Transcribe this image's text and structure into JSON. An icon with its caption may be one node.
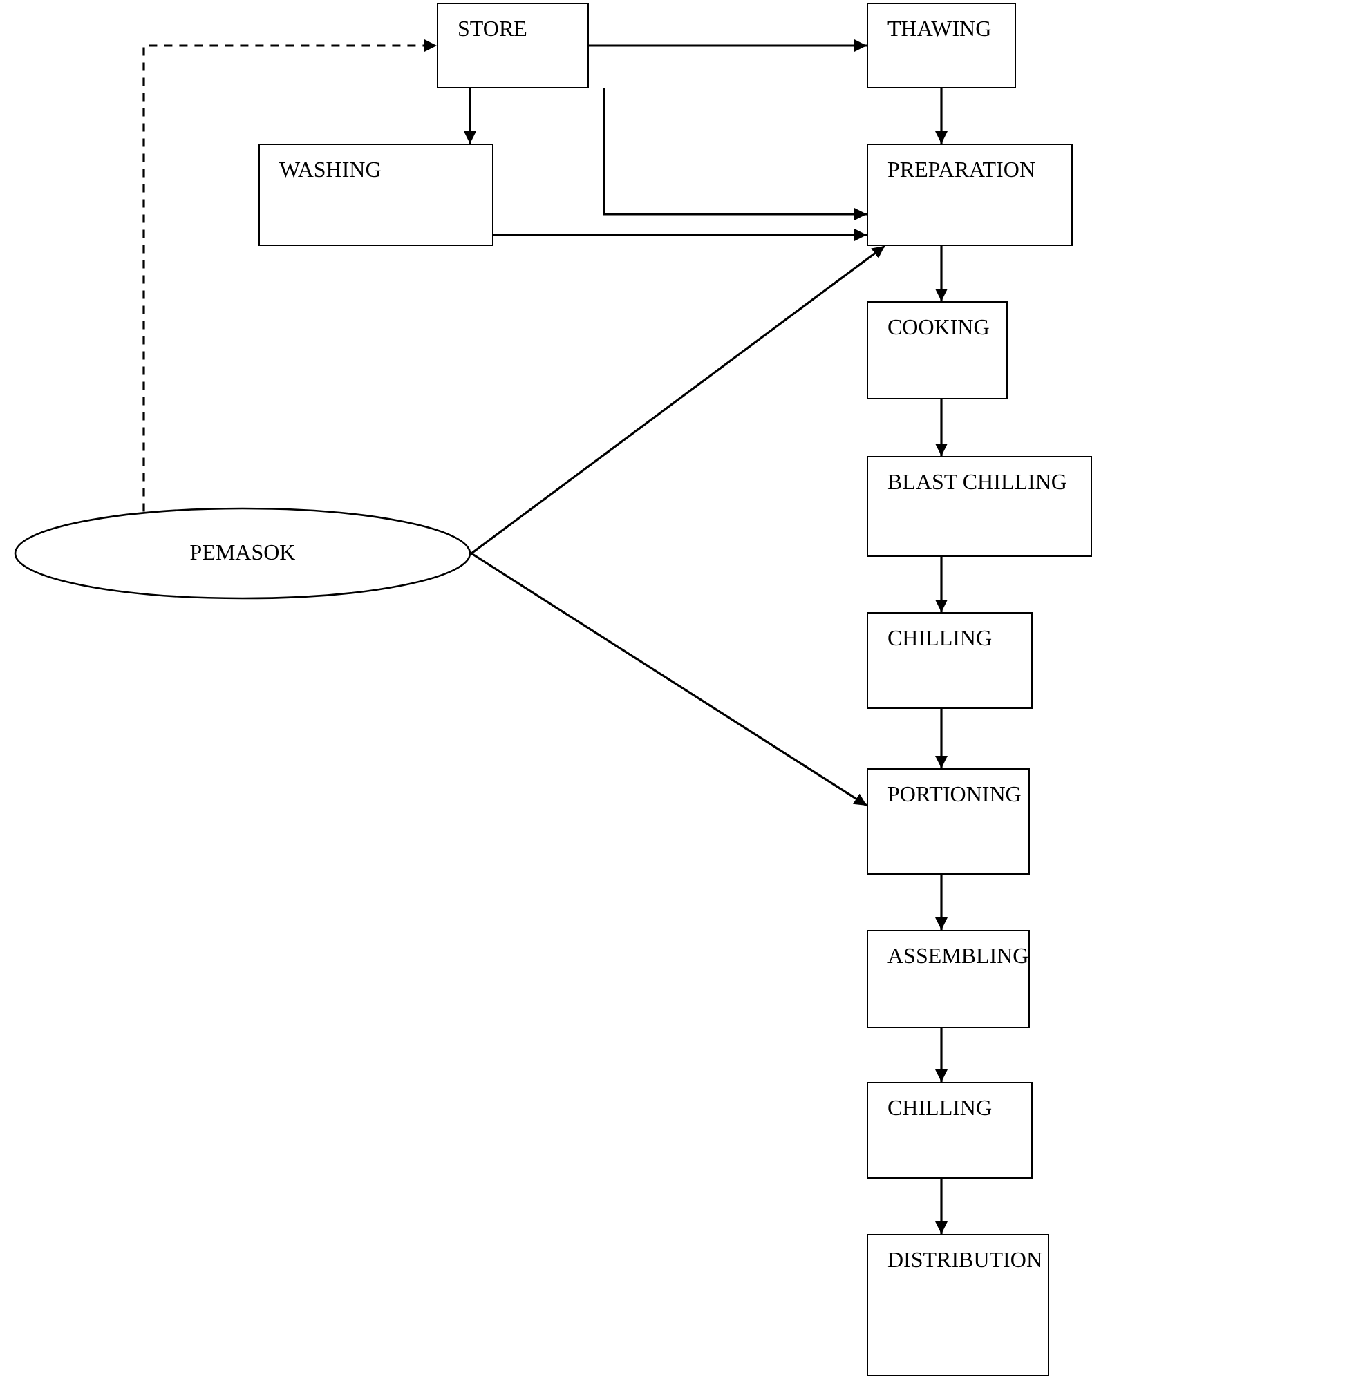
{
  "diagram": {
    "nodes": [
      {
        "text": [
          "STORE"
        ]
      },
      {
        "text": [
          "THAWING"
        ]
      },
      {
        "text": [
          "WASHING"
        ]
      },
      {
        "text": [
          "PREPARATION"
        ]
      },
      {
        "text": [
          "COOKING"
        ]
      },
      {
        "text": [
          "BLAST CHILLING"
        ]
      },
      {
        "text": [
          "CHILLING"
        ]
      },
      {
        "text": [
          "PORTIONING"
        ]
      },
      {
        "text": [
          "ASSEMBLING"
        ]
      },
      {
        "text": [
          "CHILLING"
        ]
      },
      {
        "text": [
          "DISTRIBUTION"
        ]
      },
      {
        "text": [
          "PEMASOK"
        ]
      }
    ],
    "edges": [
      {
        "from": 11,
        "to": 0,
        "arrow": "to",
        "style": "dashed"
      },
      {
        "from": 0,
        "to": 1,
        "arrow": "to"
      },
      {
        "from": 0,
        "to": 2,
        "arrow": "to"
      },
      {
        "from": 0,
        "to": 3,
        "arrow": "to"
      },
      {
        "from": 2,
        "to": 3,
        "arrow": "to"
      },
      {
        "from": 1,
        "to": 3,
        "arrow": "to"
      },
      {
        "from": 11,
        "to": 3,
        "arrow": "to"
      },
      {
        "from": 11,
        "to": 7,
        "arrow": "to"
      },
      {
        "from": 3,
        "to": 4,
        "arrow": "to"
      },
      {
        "from": 4,
        "to": 5,
        "arrow": "to"
      },
      {
        "from": 5,
        "to": 6,
        "arrow": "to"
      },
      {
        "from": 6,
        "to": 7,
        "arrow": "to"
      },
      {
        "from": 7,
        "to": 8,
        "arrow": "to"
      },
      {
        "from": 8,
        "to": 9,
        "arrow": "to"
      },
      {
        "from": 9,
        "to": 10,
        "arrow": "to"
      }
    ]
  }
}
